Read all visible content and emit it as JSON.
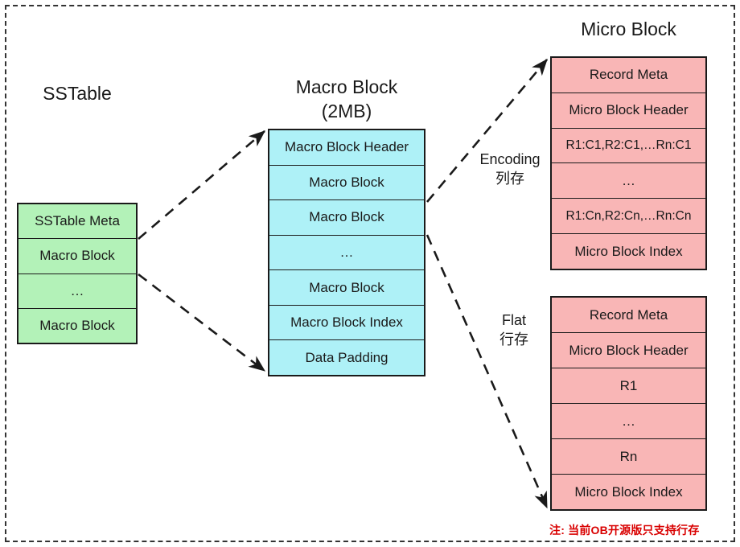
{
  "diagram": {
    "title_sstable": "SSTable",
    "title_macro": "Macro Block\n(2MB)",
    "title_micro": "Micro Block",
    "note": "注: 当前OB开源版只支持行存",
    "colors": {
      "sstable_fill": "#b3f2b8",
      "macro_fill": "#aef1f7",
      "micro_fill": "#f9b6b6",
      "stroke": "#1a1a1a",
      "note_color": "#d90000",
      "frame": "#333333"
    }
  },
  "sstable": {
    "rows": [
      "SSTable Meta",
      "Macro Block",
      "…",
      "Macro Block"
    ]
  },
  "macro": {
    "rows": [
      "Macro Block Header",
      "Macro Block",
      "Macro Block",
      "…",
      "Macro Block",
      "Macro Block Index",
      "Data Padding"
    ]
  },
  "micro_encoding": {
    "label": "Encoding\n列存",
    "rows": [
      "Record Meta",
      "Micro Block Header",
      "R1:C1,R2:C1,…Rn:C1",
      "…",
      "R1:Cn,R2:Cn,…Rn:Cn",
      "Micro Block Index"
    ]
  },
  "micro_flat": {
    "label": "Flat\n行存",
    "rows": [
      "Record Meta",
      "Micro Block Header",
      "R1",
      "…",
      "Rn",
      "Micro Block Index"
    ]
  }
}
